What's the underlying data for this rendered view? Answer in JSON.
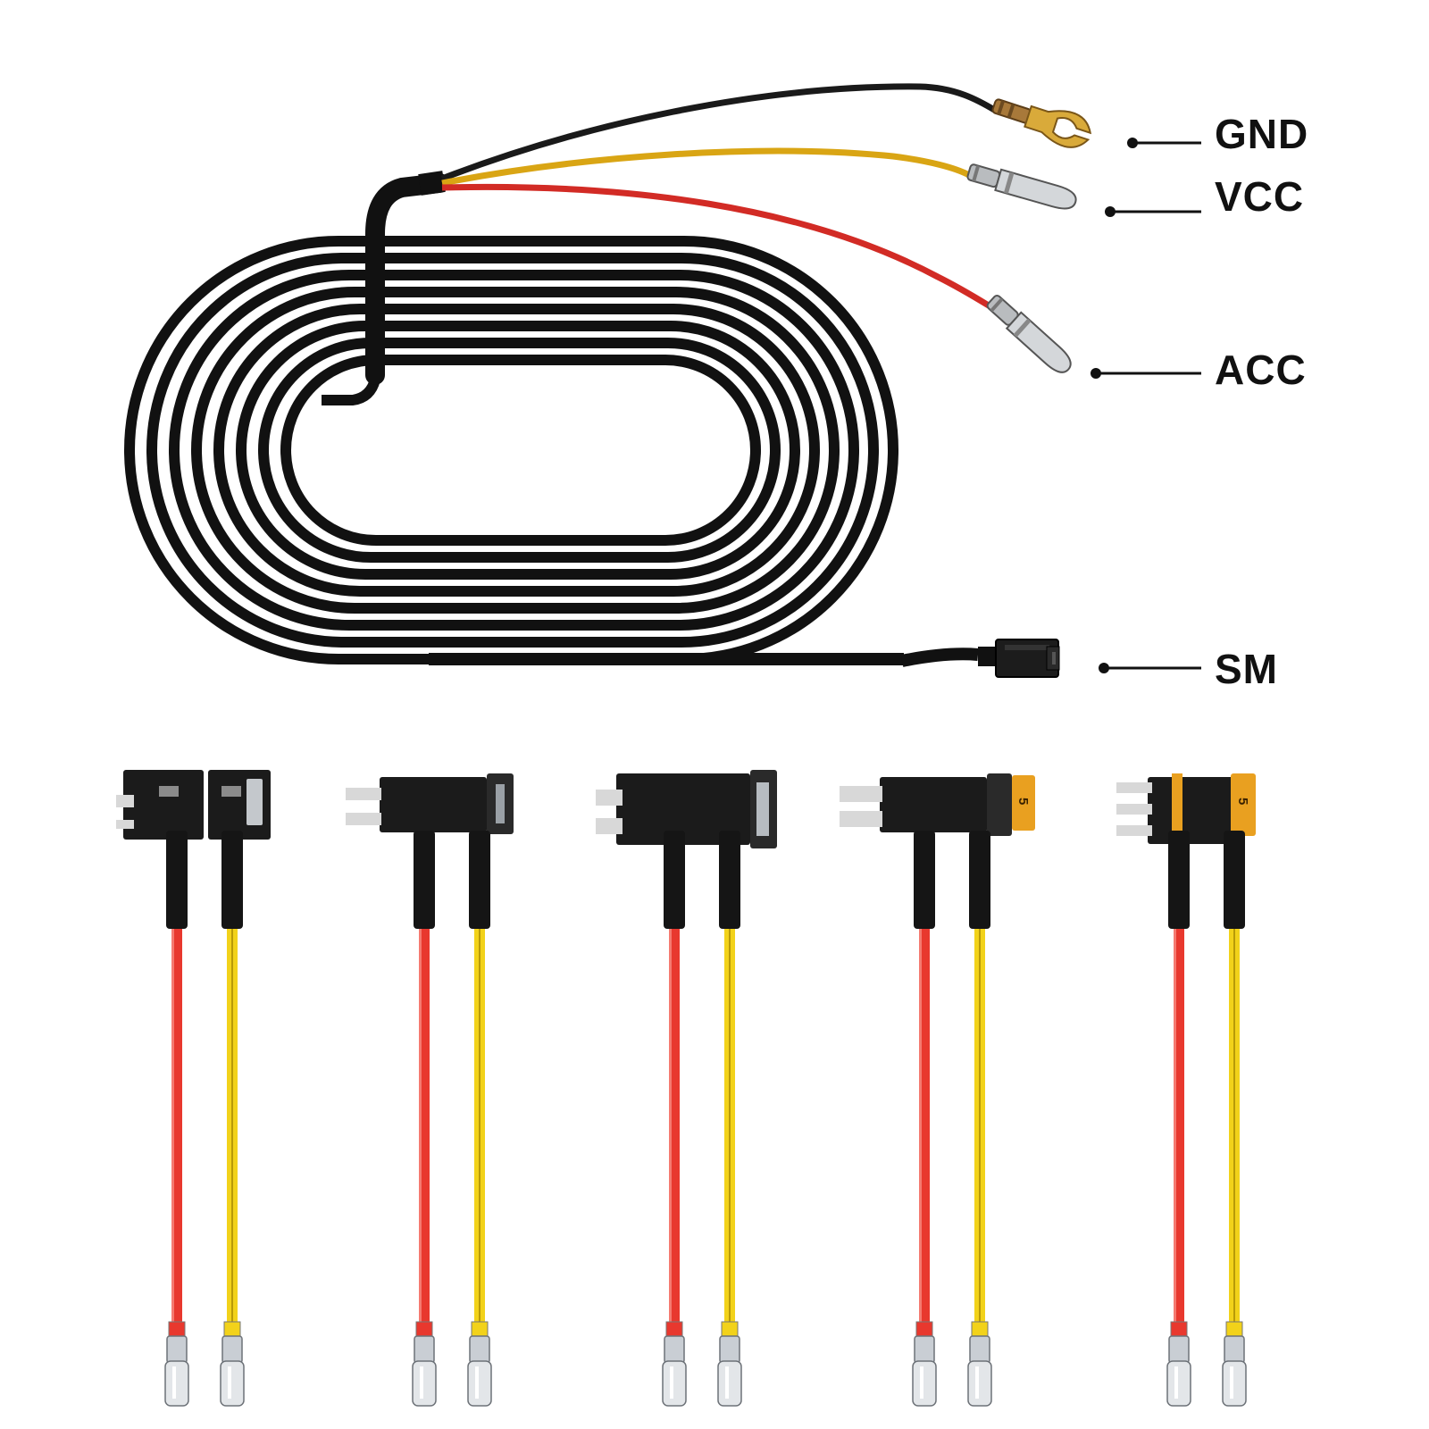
{
  "diagram": {
    "harness": {
      "labels": [
        {
          "id": "gnd",
          "text": "GND"
        },
        {
          "id": "vcc",
          "text": "VCC"
        },
        {
          "id": "acc",
          "text": "ACC"
        },
        {
          "id": "sm",
          "text": "SM"
        }
      ],
      "wire_colors": {
        "gnd": "#1a1a1a",
        "vcc": "#d9a514",
        "acc": "#d22b25",
        "main": "#111111"
      }
    },
    "fuse_taps": {
      "count": 5,
      "fuse_rating_label": "5",
      "wire_colors": {
        "left": "#e8382e",
        "right": "#f2d21a",
        "heatshrink": "#151515",
        "fuse": "#e9a020",
        "terminal": "#c9ced4"
      }
    }
  }
}
